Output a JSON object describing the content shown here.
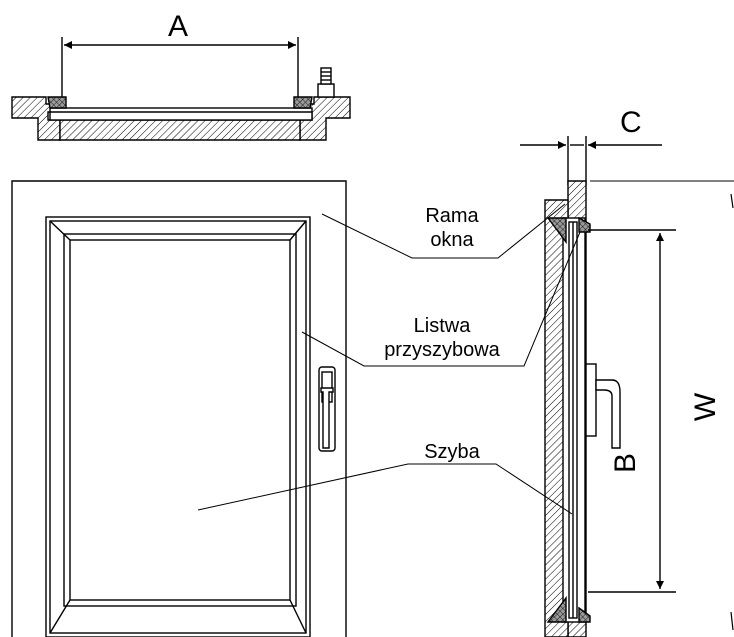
{
  "labels": {
    "rama": [
      "Rama",
      "okna"
    ],
    "listwa": [
      "Listwa",
      "przyszybowa"
    ],
    "szyba": "Szyba"
  },
  "dimensions": {
    "a": "A",
    "b": "B",
    "c": "C",
    "w": "W"
  },
  "colors": {
    "line": "#000000",
    "hatch_fill": "#8a8a8a",
    "background": "#ffffff"
  }
}
